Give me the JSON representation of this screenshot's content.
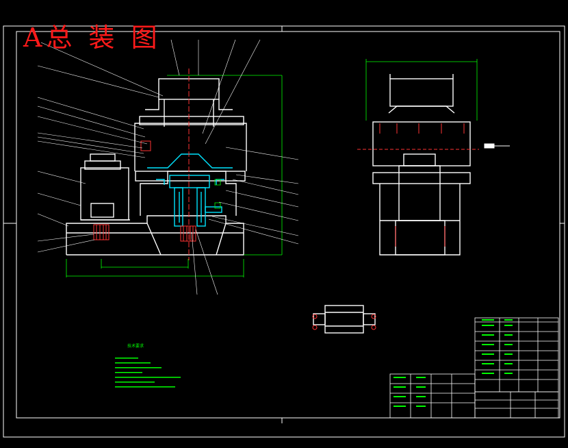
{
  "drawing": {
    "title": "A总 装 图",
    "tech_notes_title": "技术要求",
    "tech_notes_count": 7
  },
  "colors": {
    "background": "#000000",
    "frame": "#ffffff",
    "title": "#ff1a1a",
    "annotation": "#00ff00",
    "part_highlight": "#00e5ff",
    "dimension": "#00ff00",
    "centerline": "#ff0000",
    "fastener": "#ff3333"
  }
}
